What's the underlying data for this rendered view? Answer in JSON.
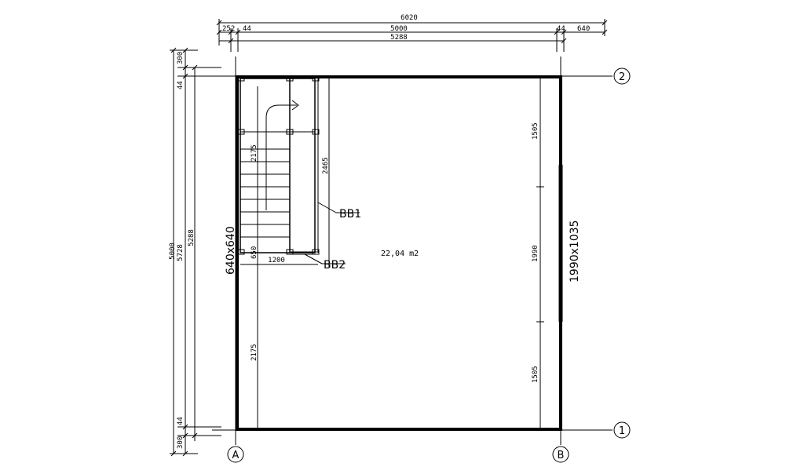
{
  "dimensions": {
    "top_total": "6020",
    "top_left_overhang": "252",
    "top_left_wall": "44",
    "top_inner": "5000",
    "top_right_wall": "44",
    "top_right_overhang": "640",
    "top_outer": "5288",
    "left_total": "5728",
    "left_outer": "5288",
    "left_inner": "5000",
    "left_top_overhang": "300",
    "left_top_wall": "44",
    "left_bottom_wall": "44",
    "left_bottom_overhang": "300",
    "stair_upper": "2175",
    "stair_lower": "2175",
    "stair_run": "2465",
    "stair_landing": "650",
    "stair_width": "1200",
    "right_upper": "1505",
    "right_mid": "1990",
    "right_lower": "1505"
  },
  "labels": {
    "area": "22,04 m2",
    "beam1": "BB1",
    "beam2": "BB2",
    "window_left": "640x640",
    "window_right": "1990x1035"
  },
  "grid": {
    "row_top": "2",
    "row_bottom": "1",
    "col_left": "A",
    "col_right": "B"
  }
}
